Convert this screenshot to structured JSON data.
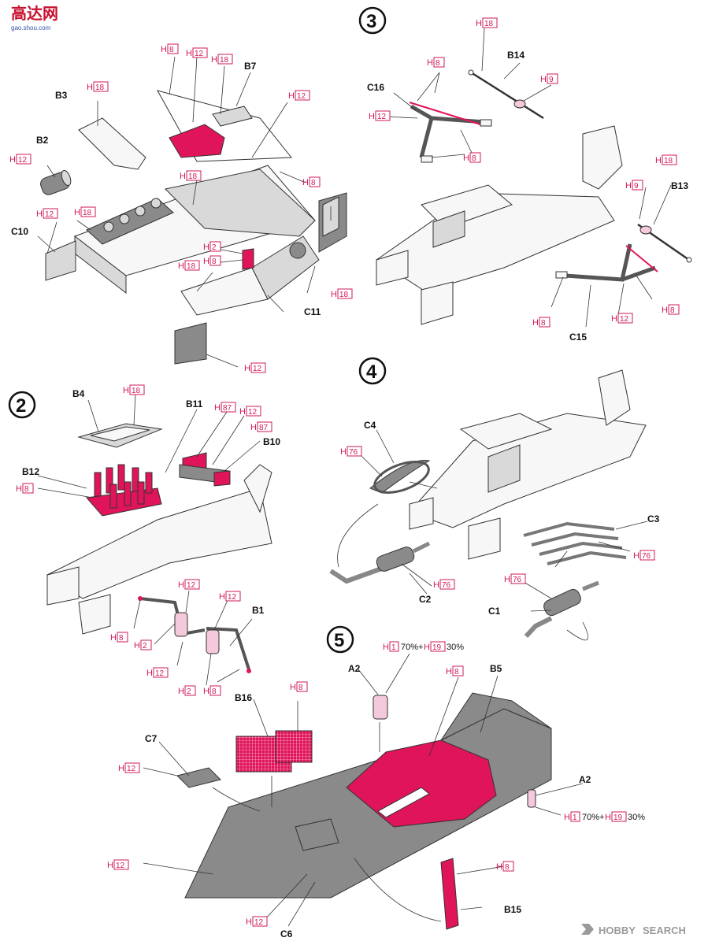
{
  "logo": {
    "chars": "高达网",
    "sub": "gao.shou.com"
  },
  "watermark": {
    "prefix": "HOBBY",
    "suffix": "SEARCH"
  },
  "steps": [
    "3",
    "2",
    "4",
    "5"
  ],
  "mix_left": "70%+",
  "mix_right": "30%",
  "labels": {
    "b7": "B7",
    "b3": "B3",
    "b2": "B2",
    "c10": "C10",
    "c11": "C11",
    "b14": "B14",
    "c16": "C16",
    "b13": "B13",
    "c15": "C15",
    "b4": "B4",
    "b11": "B11",
    "b10": "B10",
    "b12": "B12",
    "b1": "B1",
    "c4": "C4",
    "c3": "C3",
    "c2": "C2",
    "c1": "C1",
    "a2a": "A2",
    "b5": "B5",
    "b16": "B16",
    "c7": "C7",
    "a2b": "A2",
    "b15": "B15",
    "c6": "C6"
  },
  "h_codes": {
    "h8": "8",
    "h12": "12",
    "h18": "18",
    "h2": "2",
    "h9": "9",
    "h87": "87",
    "h76": "76",
    "h1": "1",
    "h19": "19"
  },
  "colors": {
    "accent": "#e0145a",
    "code": "#d01a5c",
    "grey": "#8a8a8a"
  }
}
